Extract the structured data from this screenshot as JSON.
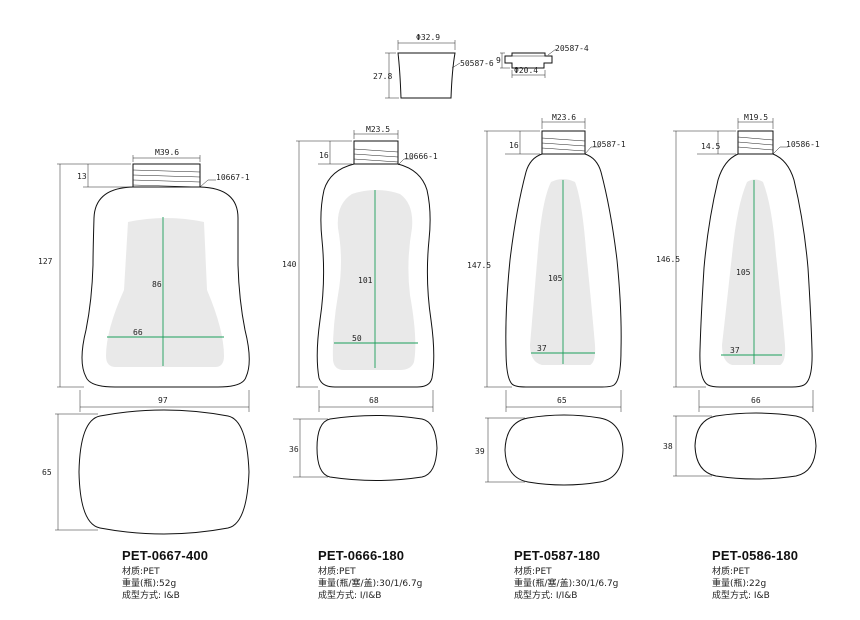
{
  "caps": [
    {
      "diameter": "Φ32.9",
      "height": "27.8",
      "part": "50587-6"
    },
    {
      "diameter": "Φ20.4",
      "height": "9",
      "part": "20587-4"
    }
  ],
  "bottles": [
    {
      "model": "PET-0667-400",
      "material": "材质:PET",
      "weight": "重量(瓶):52g",
      "process": "成型方式: I&B",
      "neck": "M39.6",
      "neck_h": "13",
      "part": "10667-1",
      "height": "127",
      "label_h": "86",
      "label_w": "66",
      "width": "97",
      "depth": "65"
    },
    {
      "model": "PET-0666-180",
      "material": "材质:PET",
      "weight": "重量(瓶/塞/盖):30/1/6.7g",
      "process": "成型方式: I/I&B",
      "neck": "M23.5",
      "neck_h": "16",
      "part": "10666-1",
      "height": "140",
      "label_h": "101",
      "label_w": "50",
      "width": "68",
      "depth": "36"
    },
    {
      "model": "PET-0587-180",
      "material": "材质:PET",
      "weight": "重量(瓶/塞/盖):30/1/6.7g",
      "process": "成型方式: I/I&B",
      "neck": "M23.6",
      "neck_h": "16",
      "part": "10587-1",
      "height": "147.5",
      "label_h": "105",
      "label_w": "37",
      "width": "65",
      "depth": "39"
    },
    {
      "model": "PET-0586-180",
      "material": "材质:PET",
      "weight": "重量(瓶):22g",
      "process": "成型方式: I&B",
      "neck": "M19.5",
      "neck_h": "14.5",
      "part": "10586-1",
      "height": "146.5",
      "label_h": "105",
      "label_w": "37",
      "width": "66",
      "depth": "38"
    }
  ]
}
